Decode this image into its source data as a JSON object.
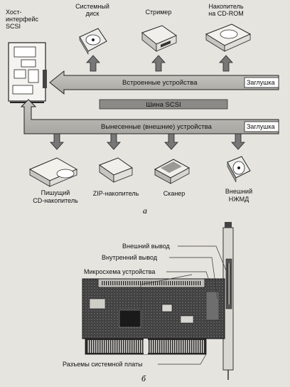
{
  "figure_a": {
    "host_label": [
      "Хост-",
      "интерфейс",
      "SCSI"
    ],
    "internal_devices": [
      {
        "lines": [
          "Системный",
          "диск"
        ],
        "icon": "hard-disk-icon"
      },
      {
        "lines": [
          "Стример"
        ],
        "icon": "tape-drive-icon"
      },
      {
        "lines": [
          "Накопитель",
          "на CD-ROM"
        ],
        "icon": "cdrom-drive-icon"
      }
    ],
    "internal_bus_label": "Встроенные устройства",
    "terminator_label": "Заглушка",
    "bus_label": "Шина SCSI",
    "external_bus_label": "Вынесенные (внешние) устройства",
    "external_terminator_label": "Заглушка",
    "external_devices": [
      {
        "lines": [
          "Пишущий",
          "CD-накопитель"
        ],
        "icon": "cd-writer-icon"
      },
      {
        "lines": [
          "ZIP-накопитель"
        ],
        "icon": "zip-drive-icon"
      },
      {
        "lines": [
          "Сканер"
        ],
        "icon": "scanner-icon"
      },
      {
        "lines": [
          "Внешний",
          "НЖМД"
        ],
        "icon": "external-hdd-icon"
      }
    ],
    "caption": "а"
  },
  "figure_b": {
    "callouts": [
      "Внешний вывод",
      "Внутренний вывод",
      "Микросхема устройства",
      "Разъемы системной платы"
    ],
    "caption": "б"
  }
}
